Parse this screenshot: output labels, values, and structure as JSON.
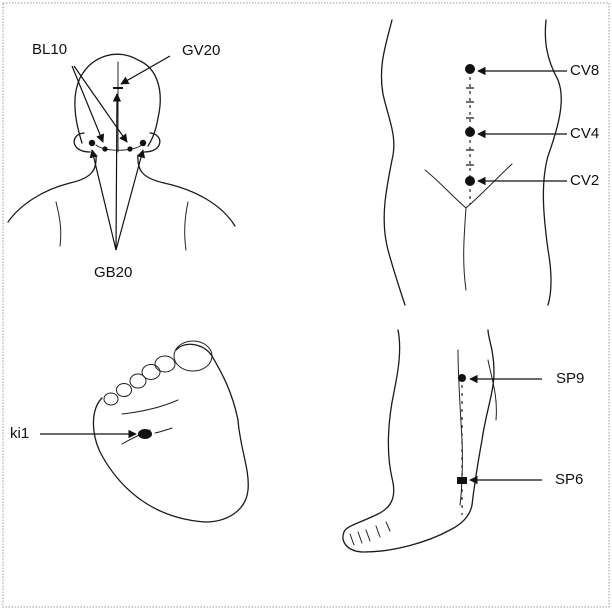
{
  "labels": {
    "bl10": "BL10",
    "gv20": "GV20",
    "gb20": "GB20",
    "cv8": "CV8",
    "cv4": "CV4",
    "cv2": "CV2",
    "ki1": "ki1",
    "sp9": "SP9",
    "sp6": "SP6"
  }
}
